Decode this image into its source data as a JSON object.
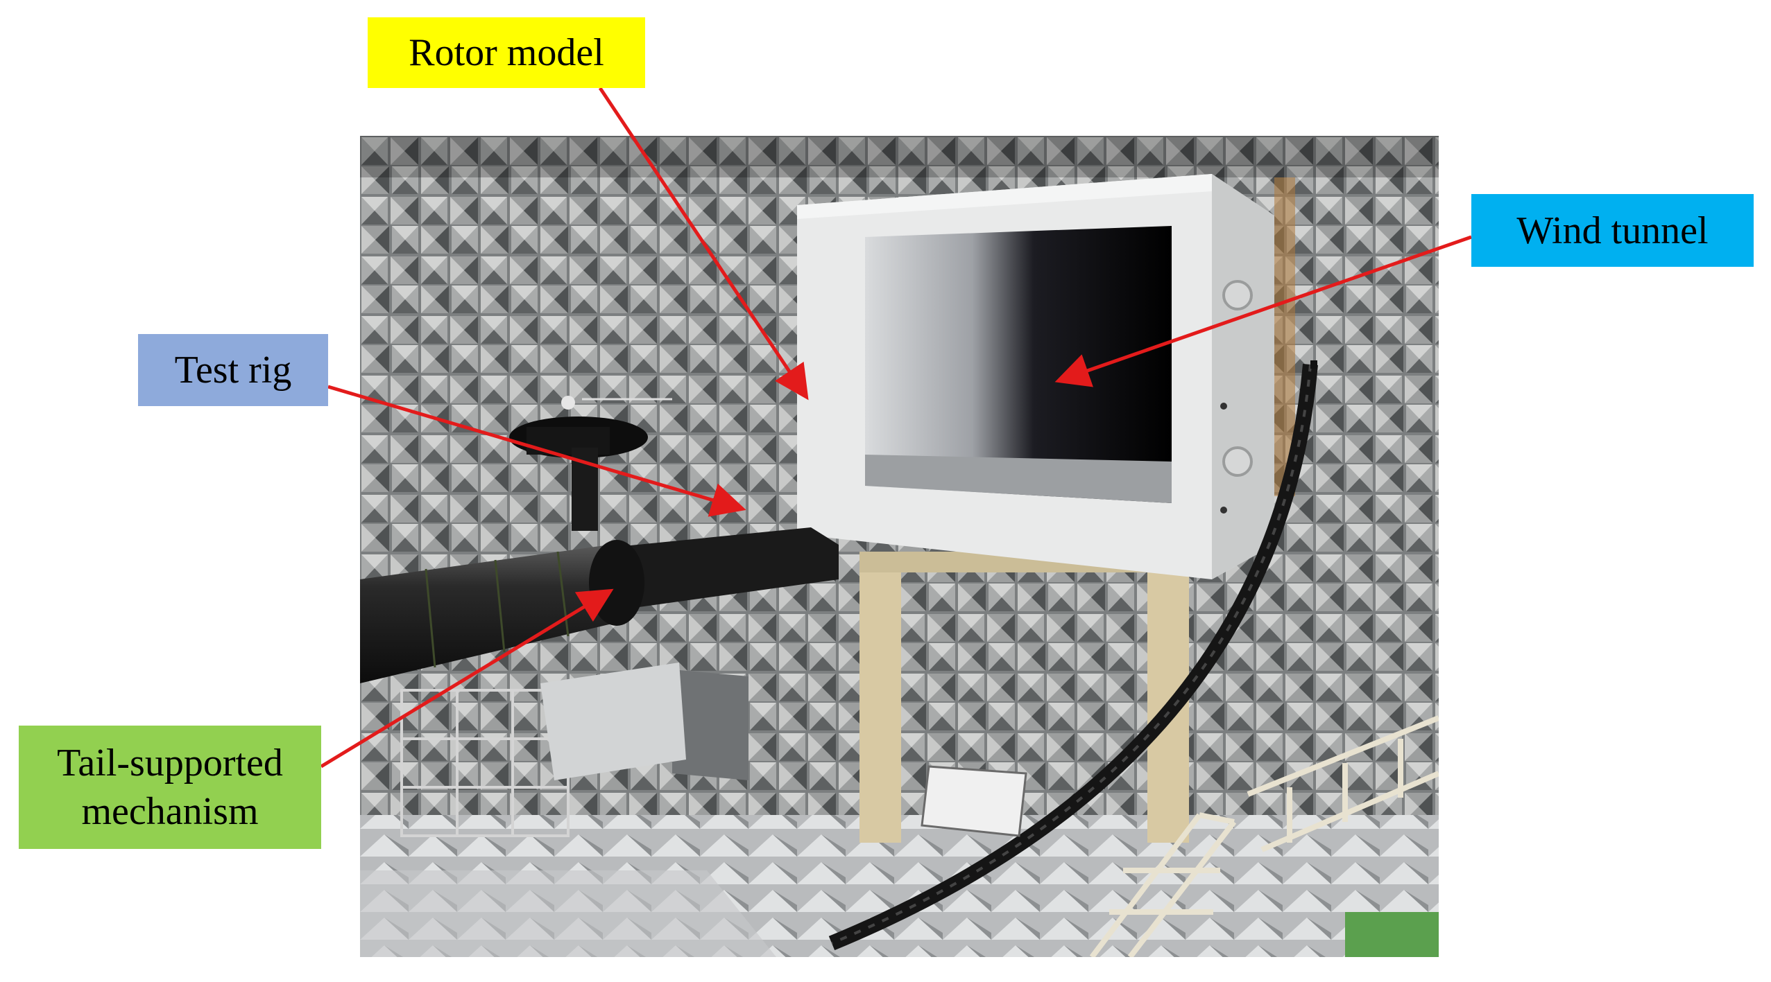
{
  "labels": {
    "rotor_model": {
      "text": "Rotor model",
      "color": "#ffff00"
    },
    "wind_tunnel": {
      "text": "Wind tunnel",
      "color": "#00b0f0"
    },
    "test_rig": {
      "text": "Test rig",
      "color": "#8eaadb"
    },
    "tail_supported": {
      "text": "Tail-supported\nmechanism",
      "color": "#92d050"
    }
  },
  "arrow_color": "#e31b1b",
  "photo": {
    "subject": "anechoic-chamber-wind-tunnel-photo"
  }
}
